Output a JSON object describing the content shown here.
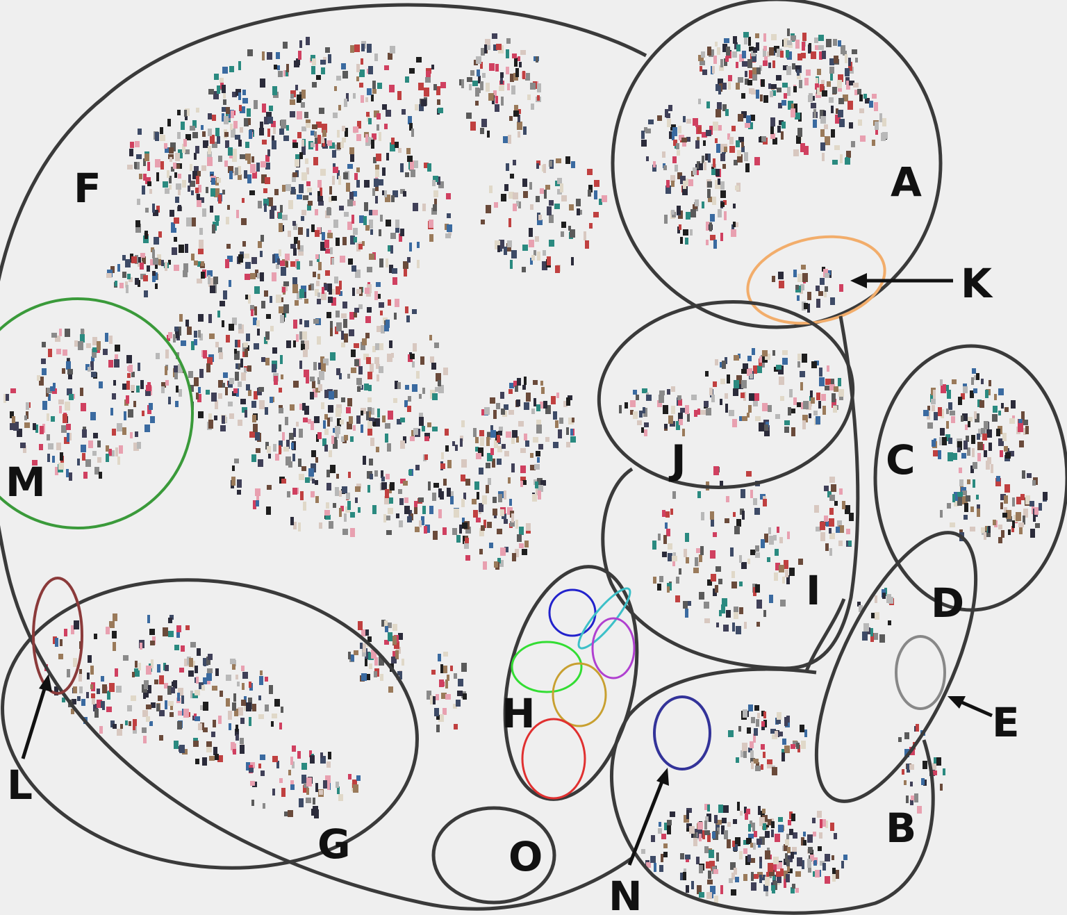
{
  "clusters": [
    {
      "id": "A",
      "label": "A",
      "color": "#333333"
    },
    {
      "id": "B",
      "label": "B",
      "color": "#333333"
    },
    {
      "id": "C",
      "label": "C",
      "color": "#333333"
    },
    {
      "id": "D",
      "label": "D",
      "color": "#333333"
    },
    {
      "id": "E",
      "label": "E",
      "color": "#888888"
    },
    {
      "id": "F",
      "label": "F",
      "color": "#333333"
    },
    {
      "id": "G",
      "label": "G",
      "color": "#333333"
    },
    {
      "id": "H",
      "label": "H",
      "color": "#333333"
    },
    {
      "id": "I",
      "label": "I",
      "color": "#333333"
    },
    {
      "id": "J",
      "label": "J",
      "color": "#333333"
    },
    {
      "id": "K",
      "label": "K",
      "color": "#f2ad6b"
    },
    {
      "id": "L",
      "label": "L",
      "color": "#8b3a3a"
    },
    {
      "id": "M",
      "label": "M",
      "color": "#3a9a3a"
    },
    {
      "id": "N",
      "label": "N",
      "color": "#333399"
    },
    {
      "id": "O",
      "label": "O",
      "color": "#333333"
    }
  ],
  "h_subclusters": [
    {
      "name": "blue",
      "color": "#2222cc"
    },
    {
      "name": "cyan",
      "color": "#3cc0c8"
    },
    {
      "name": "magenta",
      "color": "#b040d0"
    },
    {
      "name": "green",
      "color": "#33dd33"
    },
    {
      "name": "gold",
      "color": "#c8a030"
    },
    {
      "name": "red",
      "color": "#e03030"
    }
  ],
  "palette": [
    "#2b2b3a",
    "#3d4a66",
    "#1e1e1e",
    "#5a5a5a",
    "#8a8a8a",
    "#b8b8b8",
    "#d8c8c0",
    "#e8a0b0",
    "#d04060",
    "#2a8a80",
    "#c04040",
    "#6a4a3a",
    "#3a6aa0",
    "#e0d8c8",
    "#9a7a5a",
    "#404058"
  ]
}
